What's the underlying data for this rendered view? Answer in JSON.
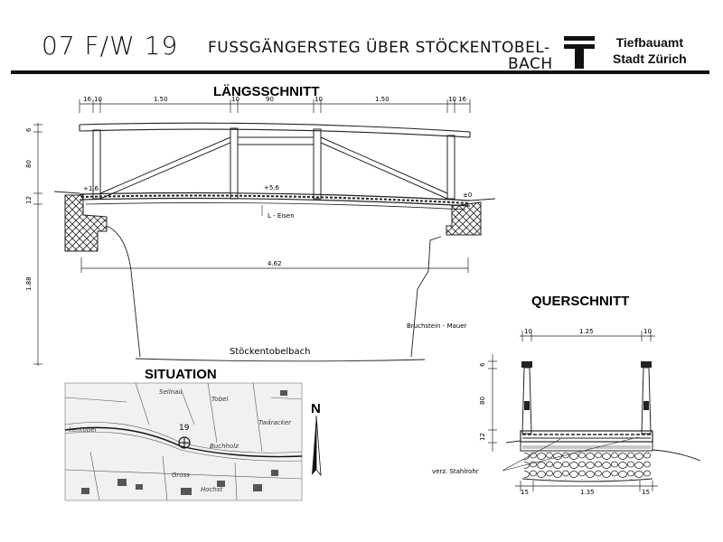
{
  "header": {
    "code": "07 F/W 19",
    "title_line1": "FUSSGÄNGERSTEG ÜBER STÖCKENTOBEL-",
    "title_line2": "BACH",
    "org_line1": "Tiefbauamt",
    "org_line2": "Stadt Zürich"
  },
  "longitudinal": {
    "heading": "LÄNGSSCHNITT",
    "top_dims": [
      "16",
      "10",
      "1.50",
      "10",
      "90",
      "10",
      "1.50",
      "10",
      "16"
    ],
    "side_dims": [
      "6",
      "80",
      "12",
      "1.88"
    ],
    "level_left": "+1.6",
    "level_mid": "+5.6",
    "level_right": "±0",
    "span_dim": "4.62",
    "label_iron": "L - Eisen",
    "label_wall": "Bruchstein - Mauer",
    "label_stream": "Stöckentobelbach"
  },
  "cross_section": {
    "heading": "QUERSCHNITT",
    "top_dims": [
      "10",
      "1.25",
      "10"
    ],
    "side_dims": [
      "6",
      "80",
      "12"
    ],
    "bottom_dims": [
      "15",
      "1.35",
      "15"
    ],
    "label_pipe": "verz. Stahlrohr"
  },
  "situation": {
    "heading": "SITUATION",
    "north_label": "N",
    "marker_label": "19",
    "map_labels": [
      "Seilnau",
      "Tobel",
      "kentobel",
      "Buchholz",
      "Twäracker",
      "Gross",
      "Hochst"
    ]
  }
}
